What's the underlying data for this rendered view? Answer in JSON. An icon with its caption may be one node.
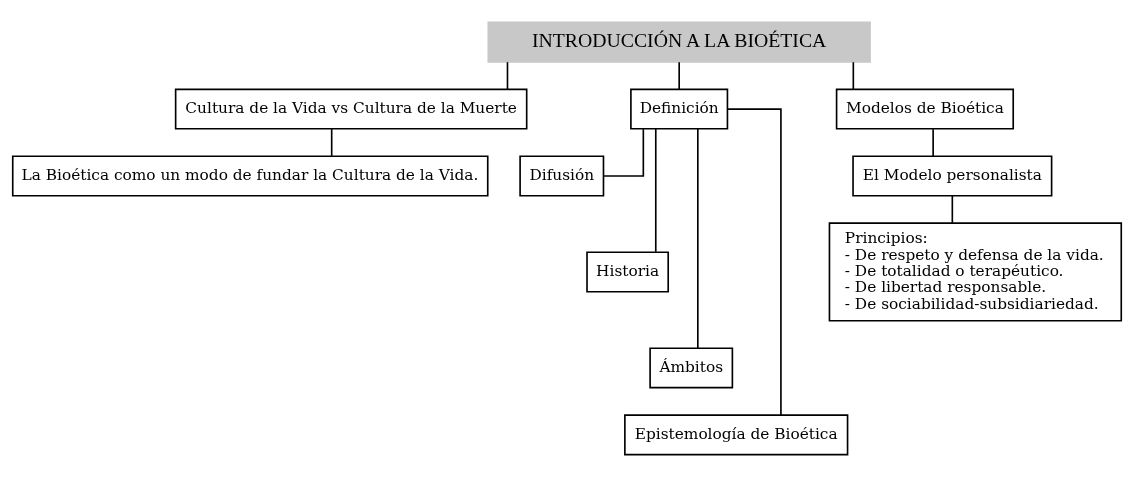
{
  "diagram": {
    "nodes": [
      {
        "text": [
          "INTRODUCCIÓN A LA BIOÉTICA"
        ]
      },
      {
        "text": [
          "Cultura de la Vida vs Cultura de la Muerte"
        ]
      },
      {
        "text": [
          "La Bioética como un modo de fundar la Cultura de la Vida."
        ]
      },
      {
        "text": [
          "Definición"
        ]
      },
      {
        "text": [
          "Difusión"
        ]
      },
      {
        "text": [
          "Historia"
        ]
      },
      {
        "text": [
          "Ámbitos"
        ]
      },
      {
        "text": [
          "Epistemología de Bioética"
        ]
      },
      {
        "text": [
          "Modelos de Bioética"
        ]
      },
      {
        "text": [
          "El Modelo personalista"
        ]
      },
      {
        "text": [
          "Principios:",
          "- De respeto y defensa de la vida.",
          "- De totalidad o terapéutico.",
          "- De libertad responsable.",
          "- De sociabilidad-subsidiariedad."
        ]
      }
    ],
    "edges": [
      {
        "from": 0,
        "to": 1,
        "arrow": "none"
      },
      {
        "from": 0,
        "to": 3,
        "arrow": "none"
      },
      {
        "from": 0,
        "to": 8,
        "arrow": "none"
      },
      {
        "from": 1,
        "to": 2,
        "arrow": "none"
      },
      {
        "from": 3,
        "to": 4,
        "arrow": "none"
      },
      {
        "from": 3,
        "to": 5,
        "arrow": "none"
      },
      {
        "from": 3,
        "to": 6,
        "arrow": "none"
      },
      {
        "from": 3,
        "to": 7,
        "arrow": "none"
      },
      {
        "from": 8,
        "to": 9,
        "arrow": "none"
      },
      {
        "from": 9,
        "to": 10,
        "arrow": "none"
      }
    ]
  }
}
